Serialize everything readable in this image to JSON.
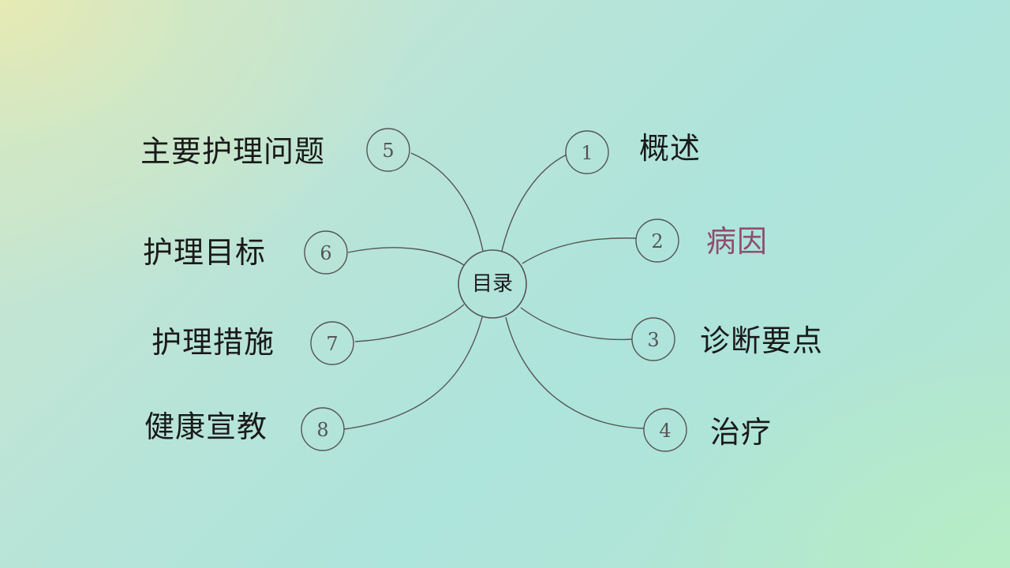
{
  "center": {
    "label": "目录"
  },
  "items": [
    {
      "number": "1",
      "label": "概述",
      "color": "#1a1a1a"
    },
    {
      "number": "2",
      "label": "病因",
      "color": "#8e4f6f"
    },
    {
      "number": "3",
      "label": "诊断要点",
      "color": "#1a1a1a"
    },
    {
      "number": "4",
      "label": "治疗",
      "color": "#1a1a1a"
    },
    {
      "number": "5",
      "label": "主要护理问题",
      "color": "#1a1a1a"
    },
    {
      "number": "6",
      "label": "护理目标",
      "color": "#1a1a1a"
    },
    {
      "number": "7",
      "label": "护理措施",
      "color": "#1a1a1a"
    },
    {
      "number": "8",
      "label": "健康宣教",
      "color": "#1a1a1a"
    }
  ]
}
